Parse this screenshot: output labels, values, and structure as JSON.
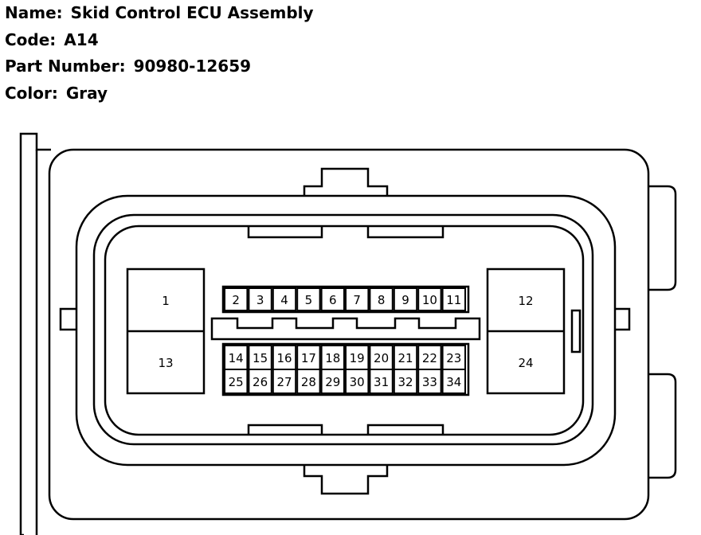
{
  "info": {
    "name_label": "Name:",
    "name_value": "Skid Control ECU Assembly",
    "code_label": "Code:",
    "code_value": "A14",
    "part_label": "Part Number:",
    "part_value": "90980-12659",
    "color_label": "Color:",
    "color_value": "Gray"
  },
  "connector": {
    "large_terminals": [
      "1",
      "13",
      "12",
      "24"
    ],
    "row_top": [
      "2",
      "3",
      "4",
      "5",
      "6",
      "7",
      "8",
      "9",
      "10",
      "11"
    ],
    "row_mid": [
      "14",
      "15",
      "16",
      "17",
      "18",
      "19",
      "20",
      "21",
      "22",
      "23"
    ],
    "row_bot": [
      "25",
      "26",
      "27",
      "28",
      "29",
      "30",
      "31",
      "32",
      "33",
      "34"
    ]
  }
}
